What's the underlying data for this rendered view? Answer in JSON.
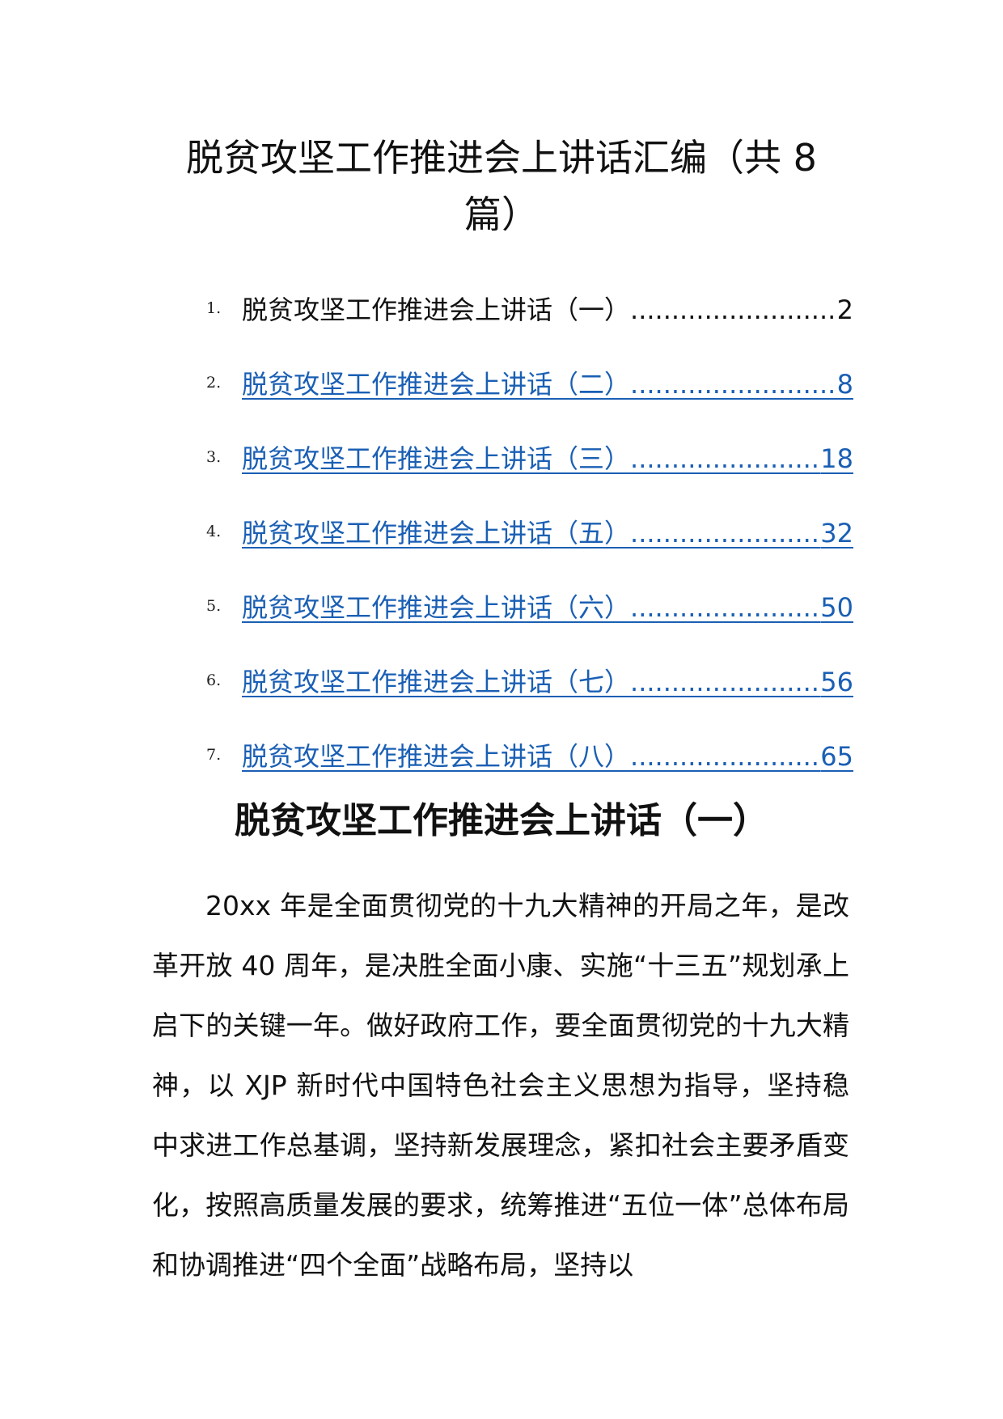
{
  "document": {
    "title": "脱贫攻坚工作推进会上讲话汇编（共 8 篇）",
    "toc": [
      {
        "num": "1.",
        "label": "脱贫攻坚工作推进会上讲话（一）",
        "page": "2"
      },
      {
        "num": "2.",
        "label": "脱贫攻坚工作推进会上讲话（二）",
        "page": "8"
      },
      {
        "num": "3.",
        "label": "脱贫攻坚工作推进会上讲话（三）",
        "page": "18"
      },
      {
        "num": "4.",
        "label": "脱贫攻坚工作推进会上讲话（五）",
        "page": "32"
      },
      {
        "num": "5.",
        "label": "脱贫攻坚工作推进会上讲话（六）",
        "page": "50"
      },
      {
        "num": "6.",
        "label": "脱贫攻坚工作推进会上讲话（七）",
        "page": "56"
      },
      {
        "num": "7.",
        "label": "脱贫攻坚工作推进会上讲话（八）",
        "page": "65"
      }
    ],
    "toc_leader": "..................................................",
    "section_heading": "脱贫攻坚工作推进会上讲话（一）",
    "paragraph": "20xx 年是全面贯彻党的十九大精神的开局之年，是改革开放 40 周年，是决胜全面小康、实施“十三五”规划承上启下的关键一年。做好政府工作，要全面贯彻党的十九大精神，以 XJP 新时代中国特色社会主义思想为指导，坚持稳中求进工作总基调，坚持新发展理念，紧扣社会主要矛盾变化，按照高质量发展的要求，统筹推进“五位一体”总体布局和协调推进“四个全面”战略布局，坚持以"
  }
}
